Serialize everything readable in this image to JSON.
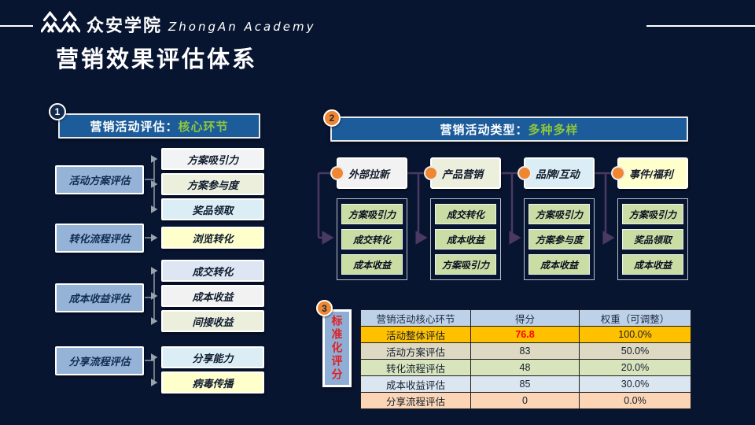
{
  "header": {
    "logo_text": "众安学院",
    "logo_subtext": "ZhongAn Academy",
    "title": "营销效果评估体系"
  },
  "colors": {
    "background": "#081531",
    "bar_blue": "#1D5C9A",
    "accent_green": "#8CC63F",
    "accent_orange": "#F0862F",
    "block_blue": "#95B3D7",
    "connector_gray": "#9AA3AD",
    "connector_purple": "#4A3A63",
    "table_gold": "#FFC000",
    "score_red": "#FF0000"
  },
  "section1": {
    "badge": "1",
    "title": {
      "prefix": "营销活动评估：",
      "highlight": "核心环节"
    },
    "groups": [
      {
        "label": "活动方案评估",
        "items": [
          {
            "label": "方案吸引力",
            "bg": "#F2F3F4"
          },
          {
            "label": "方案参与度",
            "bg": "#EBEFDC"
          },
          {
            "label": "奖品领取",
            "bg": "#DCEEF5"
          }
        ]
      },
      {
        "label": "转化流程评估",
        "items": [
          {
            "label": "浏览转化",
            "bg": "#FFFFCC"
          }
        ]
      },
      {
        "label": "成本收益评估",
        "items": [
          {
            "label": "成交转化",
            "bg": "#DDE6F2"
          },
          {
            "label": "成本收益",
            "bg": "#F2F2F2"
          },
          {
            "label": "间接收益",
            "bg": "#EBEFDC"
          }
        ]
      },
      {
        "label": "分享流程评估",
        "items": [
          {
            "label": "分享能力",
            "bg": "#DCEEF5"
          },
          {
            "label": "病毒传播",
            "bg": "#FFFFCC"
          }
        ]
      }
    ]
  },
  "section2": {
    "badge": "2",
    "title": {
      "prefix": "营销活动类型：",
      "highlight": "多种多样"
    },
    "columns": [
      {
        "header": "外部拉新",
        "bg": "#F2F2F2",
        "items": [
          {
            "label": "方案吸引力",
            "bg": "#C9DDA4"
          },
          {
            "label": "成交转化",
            "bg": "#C9DDA4"
          },
          {
            "label": "成本收益",
            "bg": "#C9DDA4"
          }
        ]
      },
      {
        "header": "产品营销",
        "bg": "#EBEFDC",
        "items": [
          {
            "label": "成交转化",
            "bg": "#C9DDA4"
          },
          {
            "label": "成本收益",
            "bg": "#C9DDA4"
          },
          {
            "label": "方案吸引力",
            "bg": "#C9DDA4"
          }
        ]
      },
      {
        "header": "品牌/互动",
        "bg": "#DCEEF5",
        "items": [
          {
            "label": "方案吸引力",
            "bg": "#C9DDA4"
          },
          {
            "label": "方案参与度",
            "bg": "#C9DDA4"
          },
          {
            "label": "成本收益",
            "bg": "#C9DDA4"
          }
        ]
      },
      {
        "header": "事件/福利",
        "bg": "#FFFFCC",
        "items": [
          {
            "label": "方案吸引力",
            "bg": "#C9DDA4"
          },
          {
            "label": "奖品领取",
            "bg": "#C9DDA4"
          },
          {
            "label": "成本收益",
            "bg": "#C9DDA4"
          }
        ]
      }
    ]
  },
  "section3": {
    "badge": "3",
    "side_label": "标准化评分",
    "table": {
      "headers": [
        "营销活动核心环节",
        "得分",
        "权重（可调整）"
      ],
      "rows": [
        {
          "name": "活动整体评估",
          "score": "76.8",
          "weight": "100.0%",
          "bg": "#FFC000",
          "score_color": "#FF0000"
        },
        {
          "name": "活动方案评估",
          "score": "83",
          "weight": "50.0%",
          "bg": "#DDD9C3"
        },
        {
          "name": "转化流程评估",
          "score": "48",
          "weight": "20.0%",
          "bg": "#D7E4BC"
        },
        {
          "name": "成本收益评估",
          "score": "85",
          "weight": "30.0%",
          "bg": "#DCE6F1"
        },
        {
          "name": "分享流程评估",
          "score": "0",
          "weight": "0.0%",
          "bg": "#FBD5B5"
        }
      ]
    }
  }
}
